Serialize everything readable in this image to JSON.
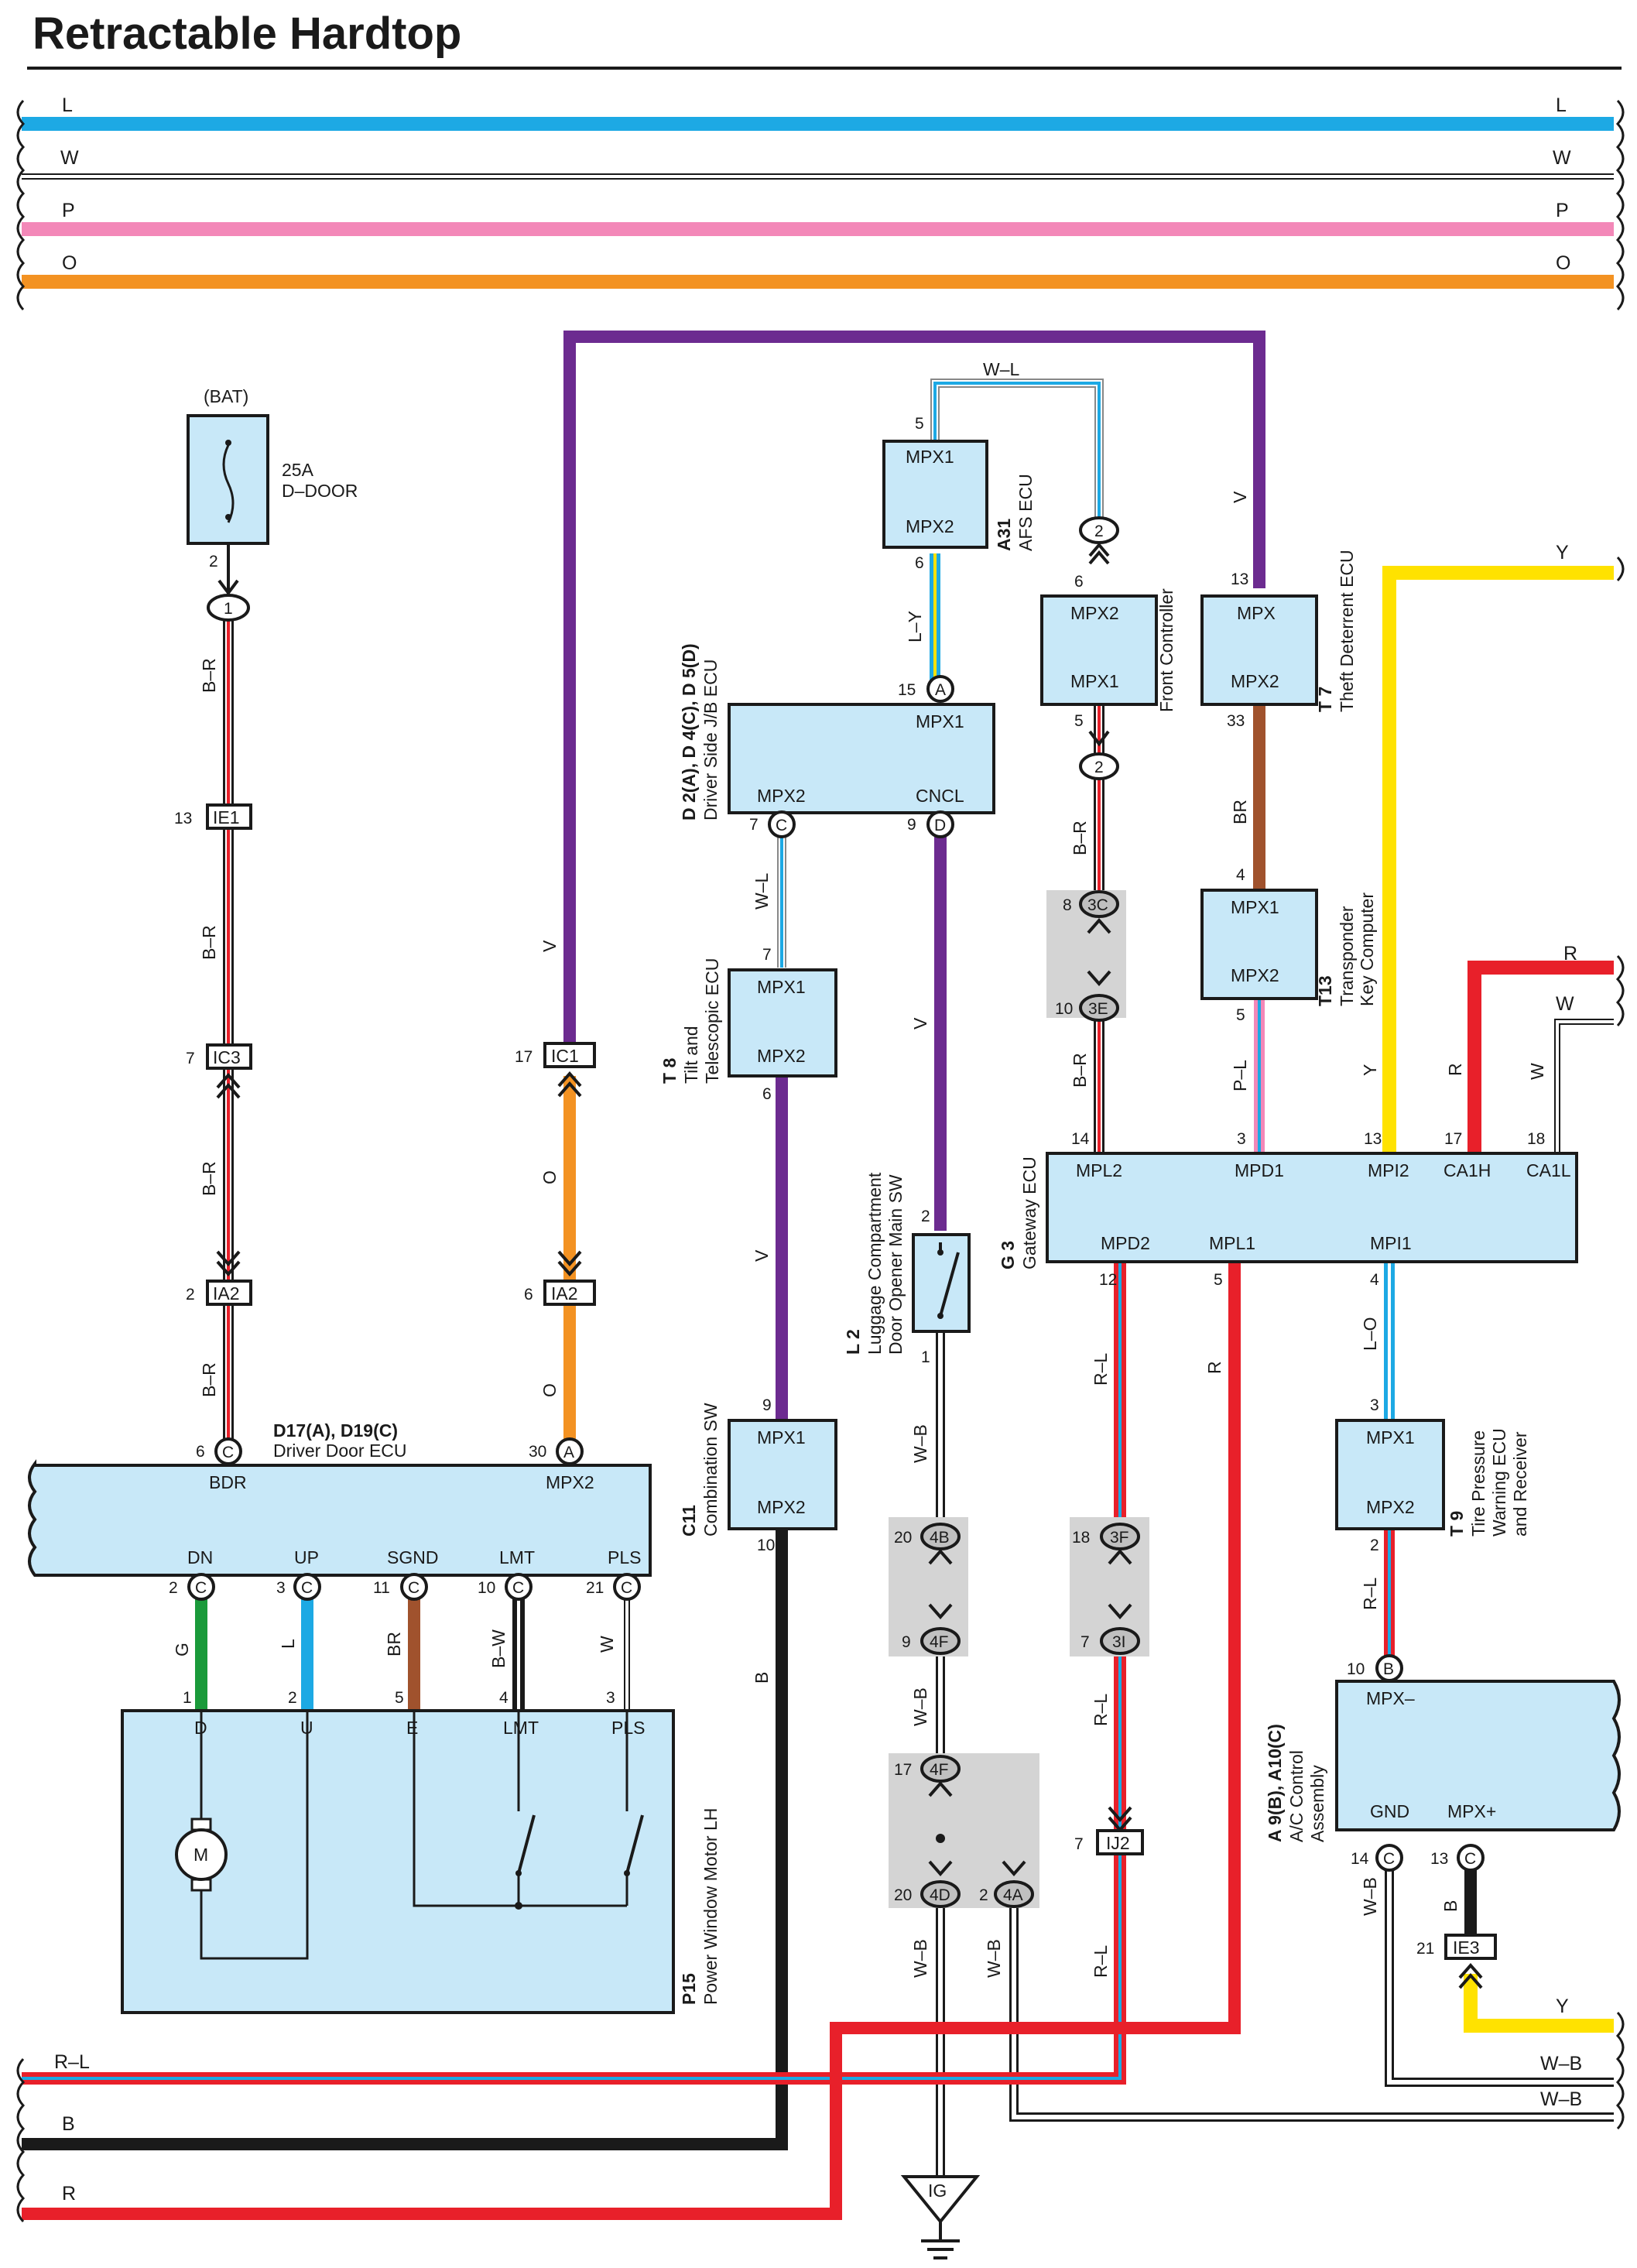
{
  "title": "Retractable Hardtop",
  "colors": {
    "L": "#1da9e4",
    "W": "#ffffff",
    "P": "#f388b8",
    "O": "#f39222",
    "V": "#6c2b90",
    "Y": "#ffe200",
    "R": "#e8202a",
    "B": "#1a1a1a",
    "G": "#1a9a3a",
    "BR": "#a0522d",
    "bg_box": "#c8e8f8"
  },
  "bus": {
    "L": "L",
    "W": "W",
    "P": "P",
    "O": "O",
    "RL": "R–L",
    "B": "B",
    "R": "R",
    "Y": "Y",
    "WB1": "W–B",
    "WB2": "W–B",
    "Rright": "R",
    "Wright": "W",
    "Yright": "Y",
    "Ybottom": "Y"
  },
  "fuse": {
    "source": "(BAT)",
    "rating": "25A",
    "name": "D–DOOR",
    "pin_out": "2",
    "conn": "1"
  },
  "wires": {
    "BR": "B–R",
    "V": "V",
    "O": "O",
    "WL": "W–L",
    "LY": "L–Y",
    "WB": "W–B",
    "RL": "R–L",
    "R": "R",
    "PL": "P–L",
    "BRN": "BR",
    "Y": "Y",
    "LO": "L–O",
    "B": "B",
    "G": "G",
    "L": "L",
    "BW": "B–W",
    "W": "W"
  },
  "junctions": {
    "IE1": "IE1",
    "IE1_pin": "13",
    "IC3": "IC3",
    "IC3_pin": "7",
    "IA2": "IA2",
    "IA2_pin": "2",
    "IC1": "IC1",
    "IC1_pin": "17",
    "IA2b": "IA2",
    "IA2b_pin": "6",
    "IJ2": "IJ2",
    "IJ2_pin": "7",
    "IE3": "IE3",
    "IE3_pin": "21",
    "IG": "IG"
  },
  "afs": {
    "id": "A31",
    "name": "AFS ECU",
    "t1": "MPX1",
    "t2": "MPX2",
    "p1": "5",
    "p2": "6"
  },
  "front": {
    "name": "Front Controller",
    "t1": "MPX2",
    "t2": "MPX1",
    "p1": "6",
    "p2": "5",
    "c1": "2",
    "c2": "2"
  },
  "theft": {
    "id": "T 7",
    "name": "Theft Deterrent ECU",
    "t1": "MPX",
    "t2": "MPX2",
    "p1": "13",
    "p2": "33"
  },
  "jb": {
    "id": "D 2(A), D 4(C), D 5(D)",
    "name": "Driver Side J/B ECU",
    "t1": "MPX1",
    "t2": "MPX2",
    "t3": "CNCL",
    "p1": "15",
    "c1": "A",
    "p2": "7",
    "c2": "C",
    "p3": "9",
    "c3": "D"
  },
  "tilt": {
    "id": "T 8",
    "name1": "Tilt and",
    "name2": "Telescopic ECU",
    "t1": "MPX1",
    "t2": "MPX2",
    "p1": "7",
    "p2": "6"
  },
  "transponder": {
    "id": "T13",
    "name1": "Transponder",
    "name2": "Key Computer",
    "t1": "MPX1",
    "t2": "MPX2",
    "p1": "4",
    "p2": "5"
  },
  "gateway": {
    "id": "G 3",
    "name": "Gateway ECU",
    "mpl2": "MPL2",
    "mpd1": "MPD1",
    "mpi2": "MPI2",
    "ca1h": "CA1H",
    "ca1l": "CA1L",
    "mpd2": "MPD2",
    "mpl1": "MPL1",
    "mpi1": "MPI1",
    "p_mpl2": "14",
    "p_mpd1": "3",
    "p_mpi2": "13",
    "p_ca1h": "17",
    "p_ca1l": "18",
    "p_mpd2": "12",
    "p_mpl1": "5",
    "p_mpi1": "4"
  },
  "luggage": {
    "id": "L 2",
    "name1": "Luggage Compartment",
    "name2": "Door Opener Main SW",
    "p1": "2",
    "p2": "1"
  },
  "combo": {
    "id": "C11",
    "name": "Combination SW",
    "t1": "MPX1",
    "t2": "MPX2",
    "p1": "9",
    "p2": "10"
  },
  "tire": {
    "id": "T 9",
    "name1": "Tire Pressure",
    "name2": "Warning ECU",
    "name3": "and Receiver",
    "t1": "MPX1",
    "t2": "MPX2",
    "p1": "3",
    "p2": "2"
  },
  "ac": {
    "id": "A 9(B), A10(C)",
    "name1": "A/C Control",
    "name2": "Assembly",
    "t1": "MPX–",
    "t2": "GND",
    "t3": "MPX+",
    "p1": "10",
    "c1": "B",
    "p2": "14",
    "c2": "C",
    "p3": "13",
    "c3": "C"
  },
  "door": {
    "id": "D17(A), D19(C)",
    "name": "Driver Door ECU",
    "bdr": "BDR",
    "mpx2": "MPX2",
    "dn": "DN",
    "up": "UP",
    "sgnd": "SGND",
    "lmt": "LMT",
    "pls": "PLS",
    "p_bdr": "6",
    "c_bdr": "C",
    "p_mpx2": "30",
    "c_mpx2": "A",
    "p_dn": "2",
    "p_up": "3",
    "p_sgnd": "11",
    "p_lmt": "10",
    "p_pls": "21",
    "c": "C"
  },
  "motor": {
    "id": "P15",
    "name": "Power Window Motor LH",
    "d": "D",
    "u": "U",
    "e": "E",
    "lmt": "LMT",
    "pls": "PLS",
    "m": "M",
    "p_d": "1",
    "p_u": "2",
    "p_e": "5",
    "p_lmt": "4",
    "p_pls": "3"
  },
  "conns": {
    "c3C": "3C",
    "c3C_p": "8",
    "c3E": "3E",
    "c3E_p": "10",
    "c4B": "4B",
    "c4B_p": "20",
    "c4F": "4F",
    "c4F_p": "9",
    "c3F": "3F",
    "c3F_p": "18",
    "c3I": "3I",
    "c3I_p": "7",
    "c4F2": "4F",
    "c4F2_p": "17",
    "c4D": "4D",
    "c4D_p": "20",
    "c4A": "4A",
    "c4A_p": "2"
  }
}
